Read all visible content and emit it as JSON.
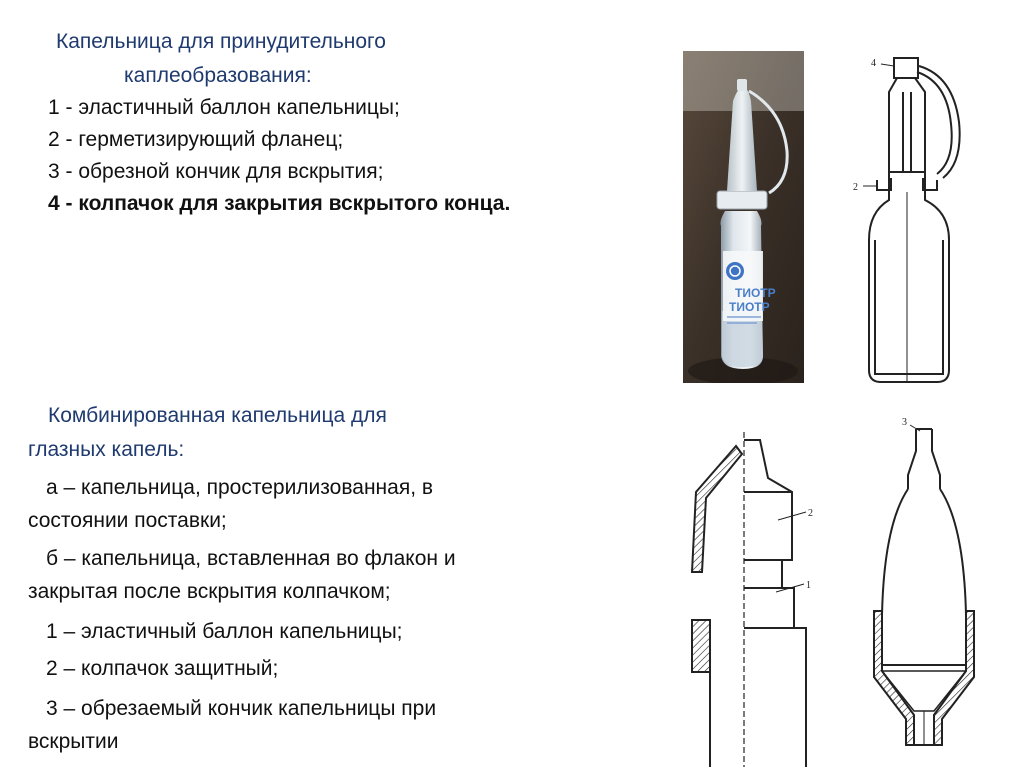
{
  "section1": {
    "title_line1": "Капельница для принудительного",
    "title_line2": "каплеобразования:",
    "items": [
      "1 - эластичный баллон капельницы;",
      "2 - герметизирующий фланец;",
      "3 - обрезной кончик для вскрытия;",
      "4 - колпачок для закрытия вскрытого конца."
    ]
  },
  "section2": {
    "title_line1": "Комбинированная  капельница  для",
    "title_line2": "глазных  капель:",
    "item_a_line1": "а – капельница, простерилизованная, в",
    "item_a_line2": "состоянии    поставки;",
    "item_b_line1": "б – капельница, вставленная  во флакон и",
    "item_b_line2": "закрытая  после  вскрытия колпачком;",
    "item_1": "1 – эластичный баллон капельницы;",
    "item_2": "2 – колпачок защитный;",
    "item_3_line1": "3 – обрезаемый кончик капельницы при",
    "item_3_line2": "вскрытии"
  },
  "photo": {
    "label_line1": "ТИОТР",
    "label_line2": "ТИОТР"
  },
  "drawing_labels": {
    "top_right_4": "4",
    "top_right_2": "2",
    "bottom_middle_2": "2",
    "bottom_middle_1": "1",
    "bottom_right_3": "3"
  },
  "colors": {
    "heading_blue": "#1f3a6e",
    "text_black": "#111111",
    "photo_bg_dark": "#3a3028",
    "label_blue": "#4a7ec8"
  }
}
